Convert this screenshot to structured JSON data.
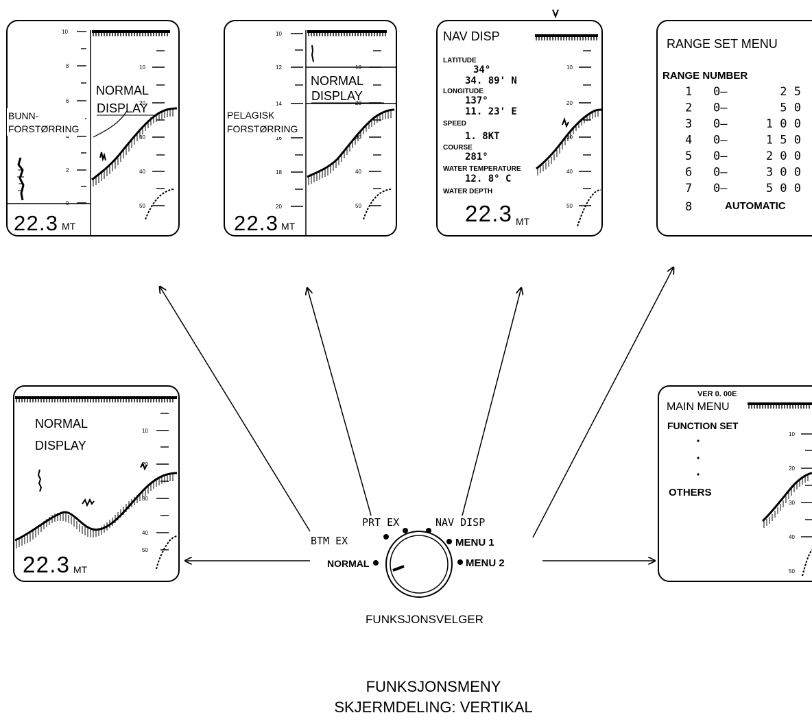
{
  "colors": {
    "ink": "#000000",
    "paper": "#ffffff"
  },
  "screens": {
    "bottom_expansion": {
      "side_label": [
        "BUNN-",
        "FORSTØRRING"
      ],
      "mode_label": [
        "NORMAL",
        "DISPLAY"
      ],
      "depth_value": "22.3",
      "depth_unit": "MT",
      "left_ticks": [
        "10",
        "8",
        "6",
        "4",
        "2",
        "0"
      ],
      "right_ticks": [
        "10",
        "20",
        "30",
        "40",
        "50"
      ]
    },
    "pelagic_expansion": {
      "side_label": [
        "PELAGISK",
        "FORSTØRRING"
      ],
      "mode_label": [
        "NORMAL",
        "DISPLAY"
      ],
      "depth_value": "22.3",
      "depth_unit": "MT",
      "left_ticks": [
        "10",
        "12",
        "14",
        "16",
        "18",
        "20"
      ],
      "right_ticks": [
        "10",
        "20",
        "30",
        "40",
        "50"
      ]
    },
    "nav_display": {
      "title": "NAV DISP",
      "latitude_label": "LATITUDE",
      "latitude_deg": "34°",
      "latitude_min": "34. 89' N",
      "longitude_label": "LONGITUDE",
      "longitude_deg": "137°",
      "longitude_min": "11. 23' E",
      "speed_label": "SPEED",
      "speed_value": "1. 8KT",
      "course_label": "COURSE",
      "course_value": "281°",
      "water_temp_label": "WATER TEMPERATURE",
      "water_temp_value": "12. 8° C",
      "water_depth_label": "WATER DEPTH",
      "depth_value": "22.3",
      "depth_unit": "MT",
      "right_ticks": [
        "10",
        "20",
        "30",
        "40",
        "50"
      ]
    },
    "range_menu": {
      "title": "RANGE SET MENU",
      "header": "RANGE  NUMBER",
      "rows": [
        {
          "num": "1",
          "from": "0—",
          "to": "2 5"
        },
        {
          "num": "2",
          "from": "0—",
          "to": "5 0"
        },
        {
          "num": "3",
          "from": "0—",
          "to": "1 0 0"
        },
        {
          "num": "4",
          "from": "0—",
          "to": "1 5 0"
        },
        {
          "num": "5",
          "from": "0—",
          "to": "2 0 0"
        },
        {
          "num": "6",
          "from": "0—",
          "to": "3 0 0"
        },
        {
          "num": "7",
          "from": "0—",
          "to": "5 0 0"
        }
      ],
      "last_num": "8",
      "last_text": "AUTOMATIC"
    },
    "normal": {
      "mode_label": [
        "NORMAL",
        "DISPLAY"
      ],
      "depth_value": "22.3",
      "depth_unit": "MT",
      "right_ticks": [
        "10",
        "20",
        "30",
        "40",
        "50"
      ]
    },
    "main_menu": {
      "version": "VER 0. 00E",
      "title": "MAIN MENU",
      "item_function_set": "FUNCTION SET",
      "item_others": "OTHERS",
      "right_ticks": [
        "10",
        "20",
        "30",
        "40",
        "50"
      ]
    }
  },
  "selector": {
    "positions": {
      "prt_ex": "PRT  EX",
      "nav_disp": "NAV DISP",
      "btm_ex": "BTM EX",
      "menu1": "MENU 1",
      "normal": "NORMAL",
      "menu2": "MENU 2"
    },
    "label": "FUNKSJONSVELGER"
  },
  "caption": {
    "line1": "FUNKSJONSMENY",
    "line2": "SKJERMDELING: VERTIKAL"
  }
}
